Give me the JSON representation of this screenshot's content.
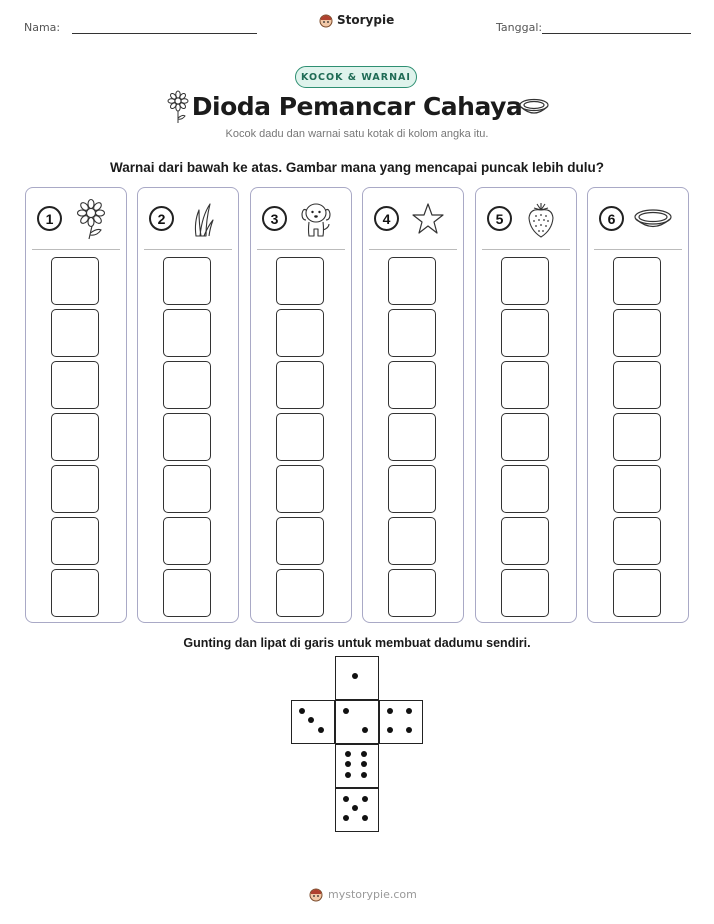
{
  "header": {
    "name_label": "Nama:",
    "date_label": "Tanggal:",
    "brand": "Storypie"
  },
  "badge": "KOCOK & WARNAI",
  "title": "Dioda Pemancar Cahaya",
  "subtitle": "Kocok dadu dan warnai satu kotak di kolom angka itu.",
  "instruction": "Warnai dari bawah ke atas. Gambar mana yang mencapai puncak lebih dulu?",
  "columns": [
    {
      "number": "1",
      "icon": "flower-icon"
    },
    {
      "number": "2",
      "icon": "grass-icon"
    },
    {
      "number": "3",
      "icon": "puppy-icon"
    },
    {
      "number": "4",
      "icon": "star-icon"
    },
    {
      "number": "5",
      "icon": "strawberry-icon"
    },
    {
      "number": "6",
      "icon": "bowl-icon"
    }
  ],
  "cut_instruction": "Gunting dan lipat di garis untuk membuat dadumu sendiri.",
  "dice_net": [
    "1",
    "3",
    "2",
    "4",
    "6",
    "5"
  ],
  "footer": "mystorypie.com"
}
